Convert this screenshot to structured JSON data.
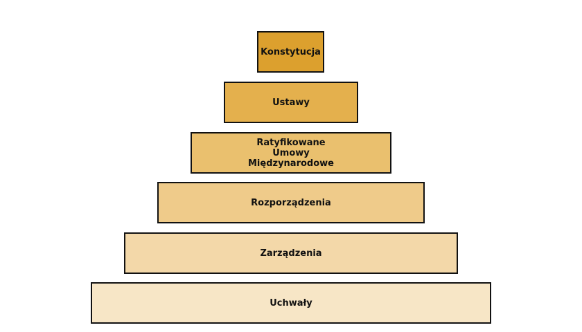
{
  "pyramid": {
    "levels": [
      {
        "label": "Konstytucja",
        "color": "#DCA02E"
      },
      {
        "label": "Ustawy",
        "color": "#E4B04D"
      },
      {
        "label": "Ratyfikowane Umowy Międzynarodowe",
        "color": "#EAC06E"
      },
      {
        "label": "Rozporządzenia",
        "color": "#EFCB8A"
      },
      {
        "label": "Zarządzenia",
        "color": "#F3D8A9"
      },
      {
        "label": "Uchwały",
        "color": "#F7E6C6"
      }
    ]
  }
}
